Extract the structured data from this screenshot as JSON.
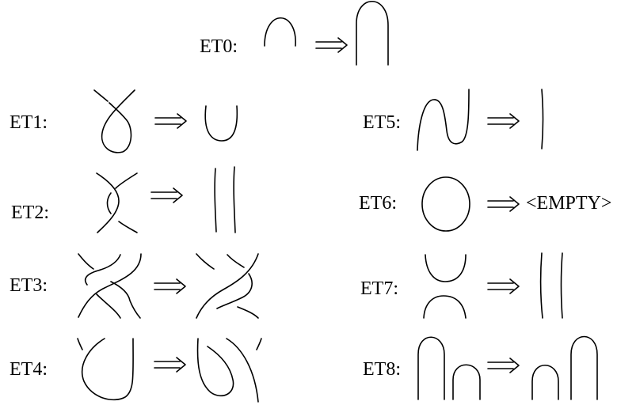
{
  "moves": [
    {
      "id": "ET0",
      "label": "ET0:"
    },
    {
      "id": "ET1",
      "label": "ET1:"
    },
    {
      "id": "ET2",
      "label": "ET2:"
    },
    {
      "id": "ET3",
      "label": "ET3:"
    },
    {
      "id": "ET4",
      "label": "ET4:"
    },
    {
      "id": "ET5",
      "label": "ET5:"
    },
    {
      "id": "ET6",
      "label": "ET6:",
      "result": "<EMPTY>"
    },
    {
      "id": "ET7",
      "label": "ET7:"
    },
    {
      "id": "ET8",
      "label": "ET8:"
    }
  ],
  "arrow_symbol": "⇒"
}
